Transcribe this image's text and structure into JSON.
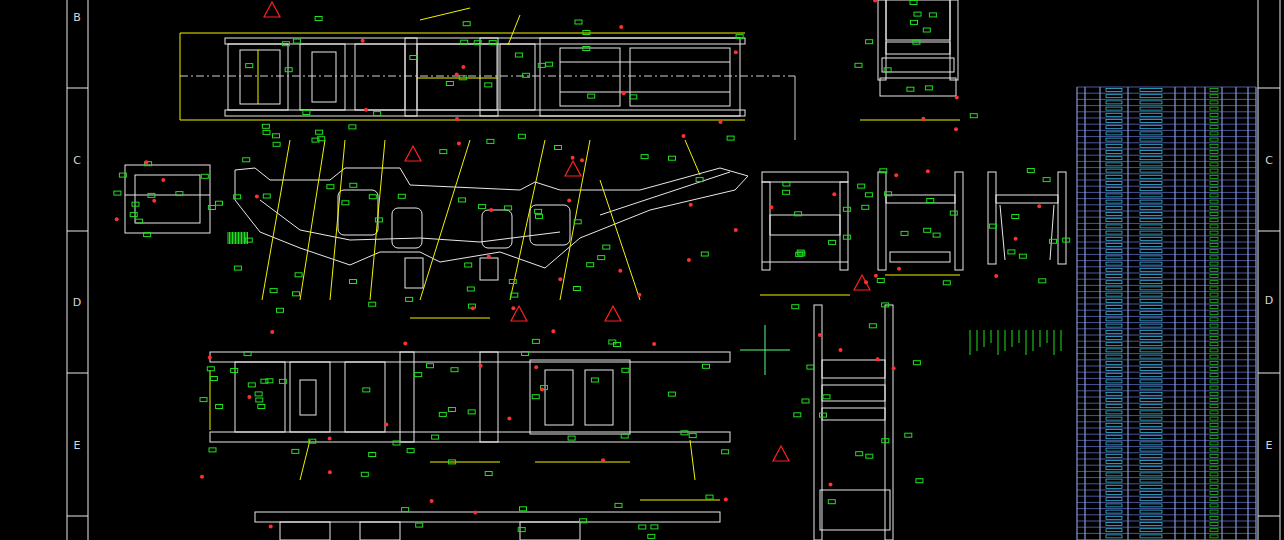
{
  "diagram": {
    "labels": [
      "B",
      "C",
      "D",
      "E",
      "C",
      "D",
      "E"
    ]
  }
}
